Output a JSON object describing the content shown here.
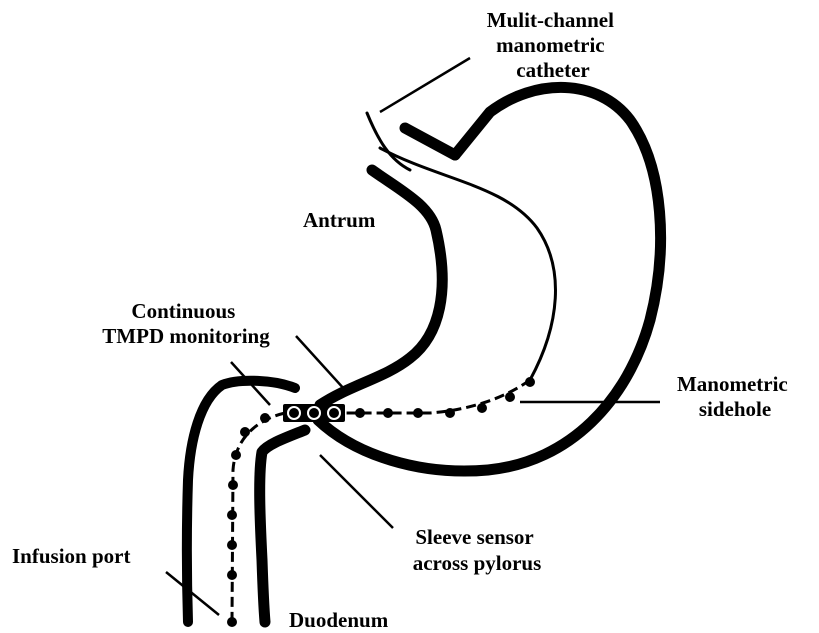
{
  "labels": {
    "catheter": [
      "Mulit-channel",
      "manometric",
      "catheter"
    ],
    "antrum": "Antrum",
    "tmpd": [
      "Continuous",
      "TMPD monitoring"
    ],
    "sidehole": [
      "Manometric",
      "sidehole"
    ],
    "sleeve": [
      "Sleeve sensor",
      "across pylorus"
    ],
    "infusion": "Infusion port",
    "duodenum": "Duodenum"
  },
  "colors": {
    "ink": "#000000",
    "background": "#ffffff"
  }
}
